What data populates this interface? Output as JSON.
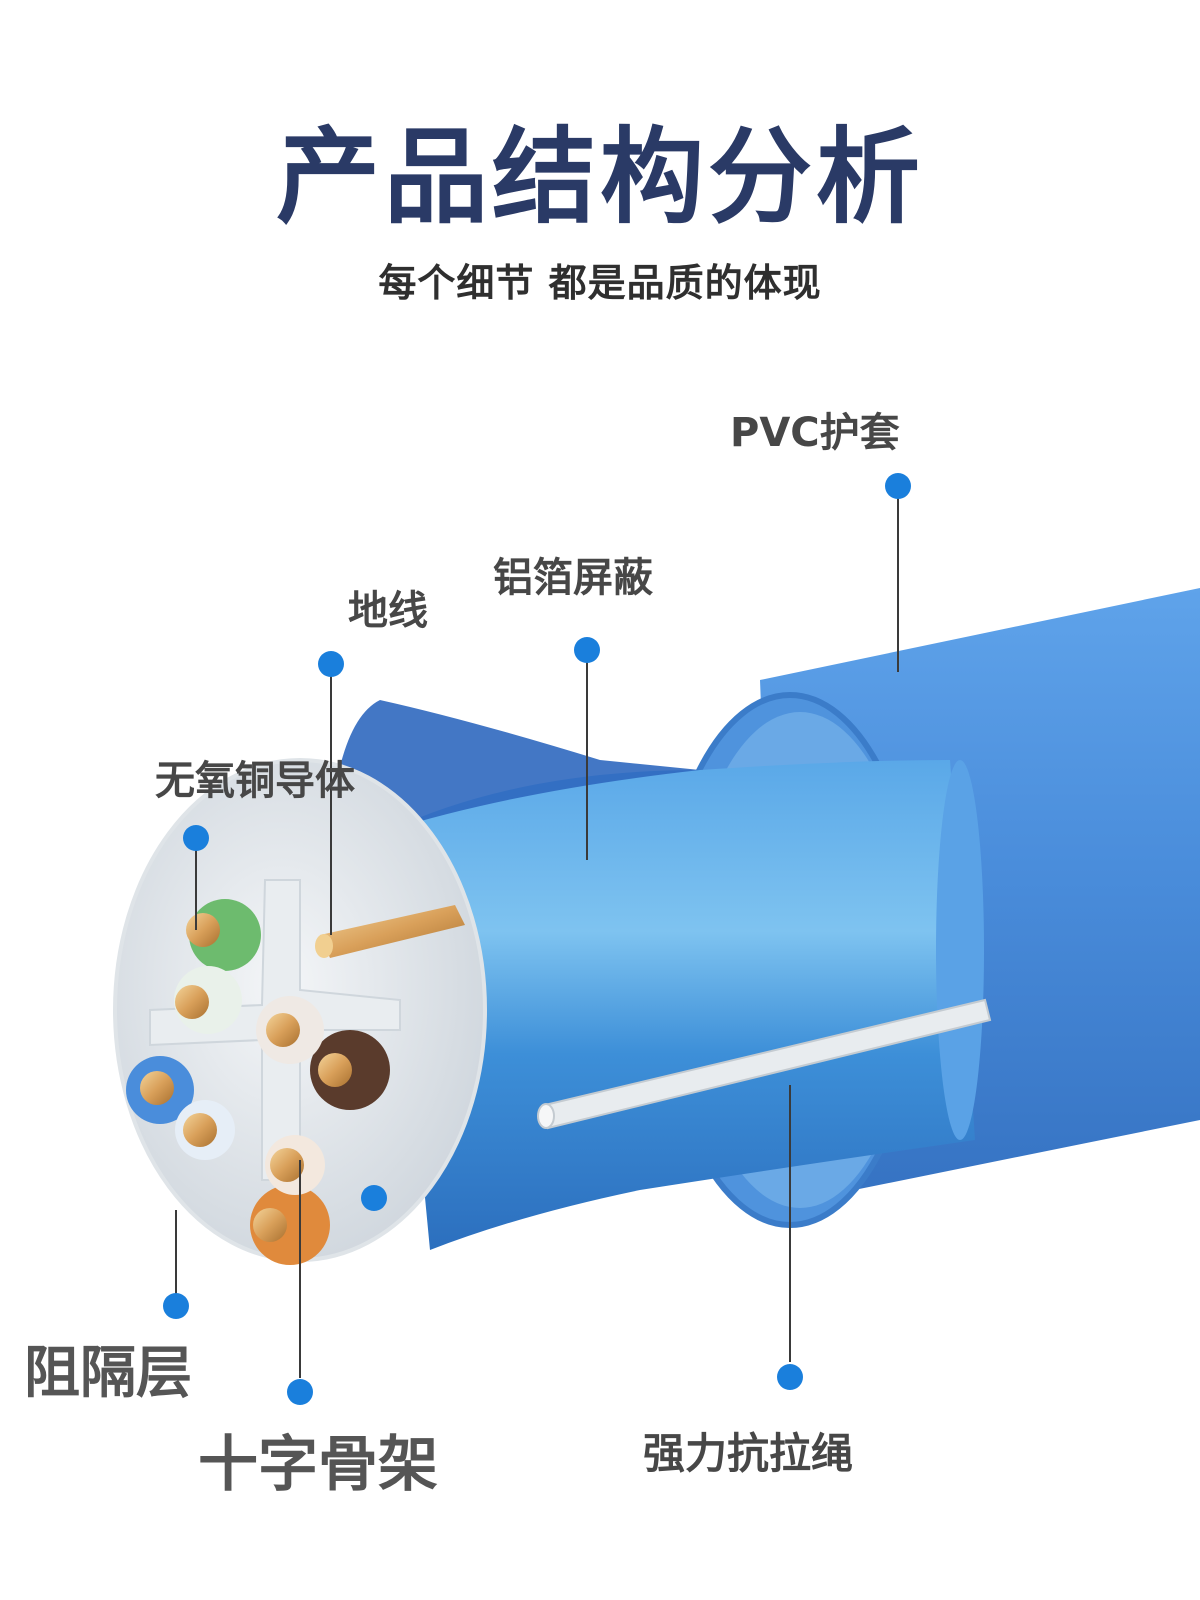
{
  "header": {
    "title": "产品结构分析",
    "subtitle": "每个细节 都是品质的体现"
  },
  "labels": {
    "pvc_jacket": "PVC护套",
    "aluminum_foil": "铝箔屏蔽",
    "ground_wire": "地线",
    "copper_conductor": "无氧铜导体",
    "barrier_layer": "阻隔层",
    "cross_skeleton": "十字骨架",
    "pull_rope": "强力抗拉绳"
  },
  "colors": {
    "title": "#2a3a66",
    "jacket_blue": "#4a8ddb",
    "marker_blue": "#1a7fdc",
    "copper": "#d9a05a"
  }
}
